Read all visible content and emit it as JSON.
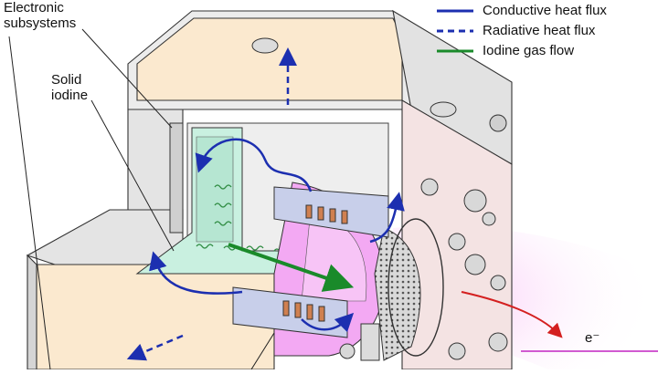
{
  "legend": {
    "conductive": "Conductive heat flux",
    "radiative": "Radiative heat flux",
    "gas": "Iodine gas flow"
  },
  "labels": {
    "electronic_line1": "Electronic",
    "electronic_line2": "subsystems",
    "solid_line1": "Solid",
    "solid_line2": "iodine",
    "electron": "e⁻"
  },
  "colors": {
    "conductive": "#1c2fb0",
    "radiative": "#1c2fb0",
    "gas": "#1a8a2a",
    "electron": "#d42020",
    "iodine_tank": "#c9f0e0",
    "chamber": "#f3a9f3",
    "housing": "#fbe9cf",
    "frame": "#e6e6e6"
  }
}
